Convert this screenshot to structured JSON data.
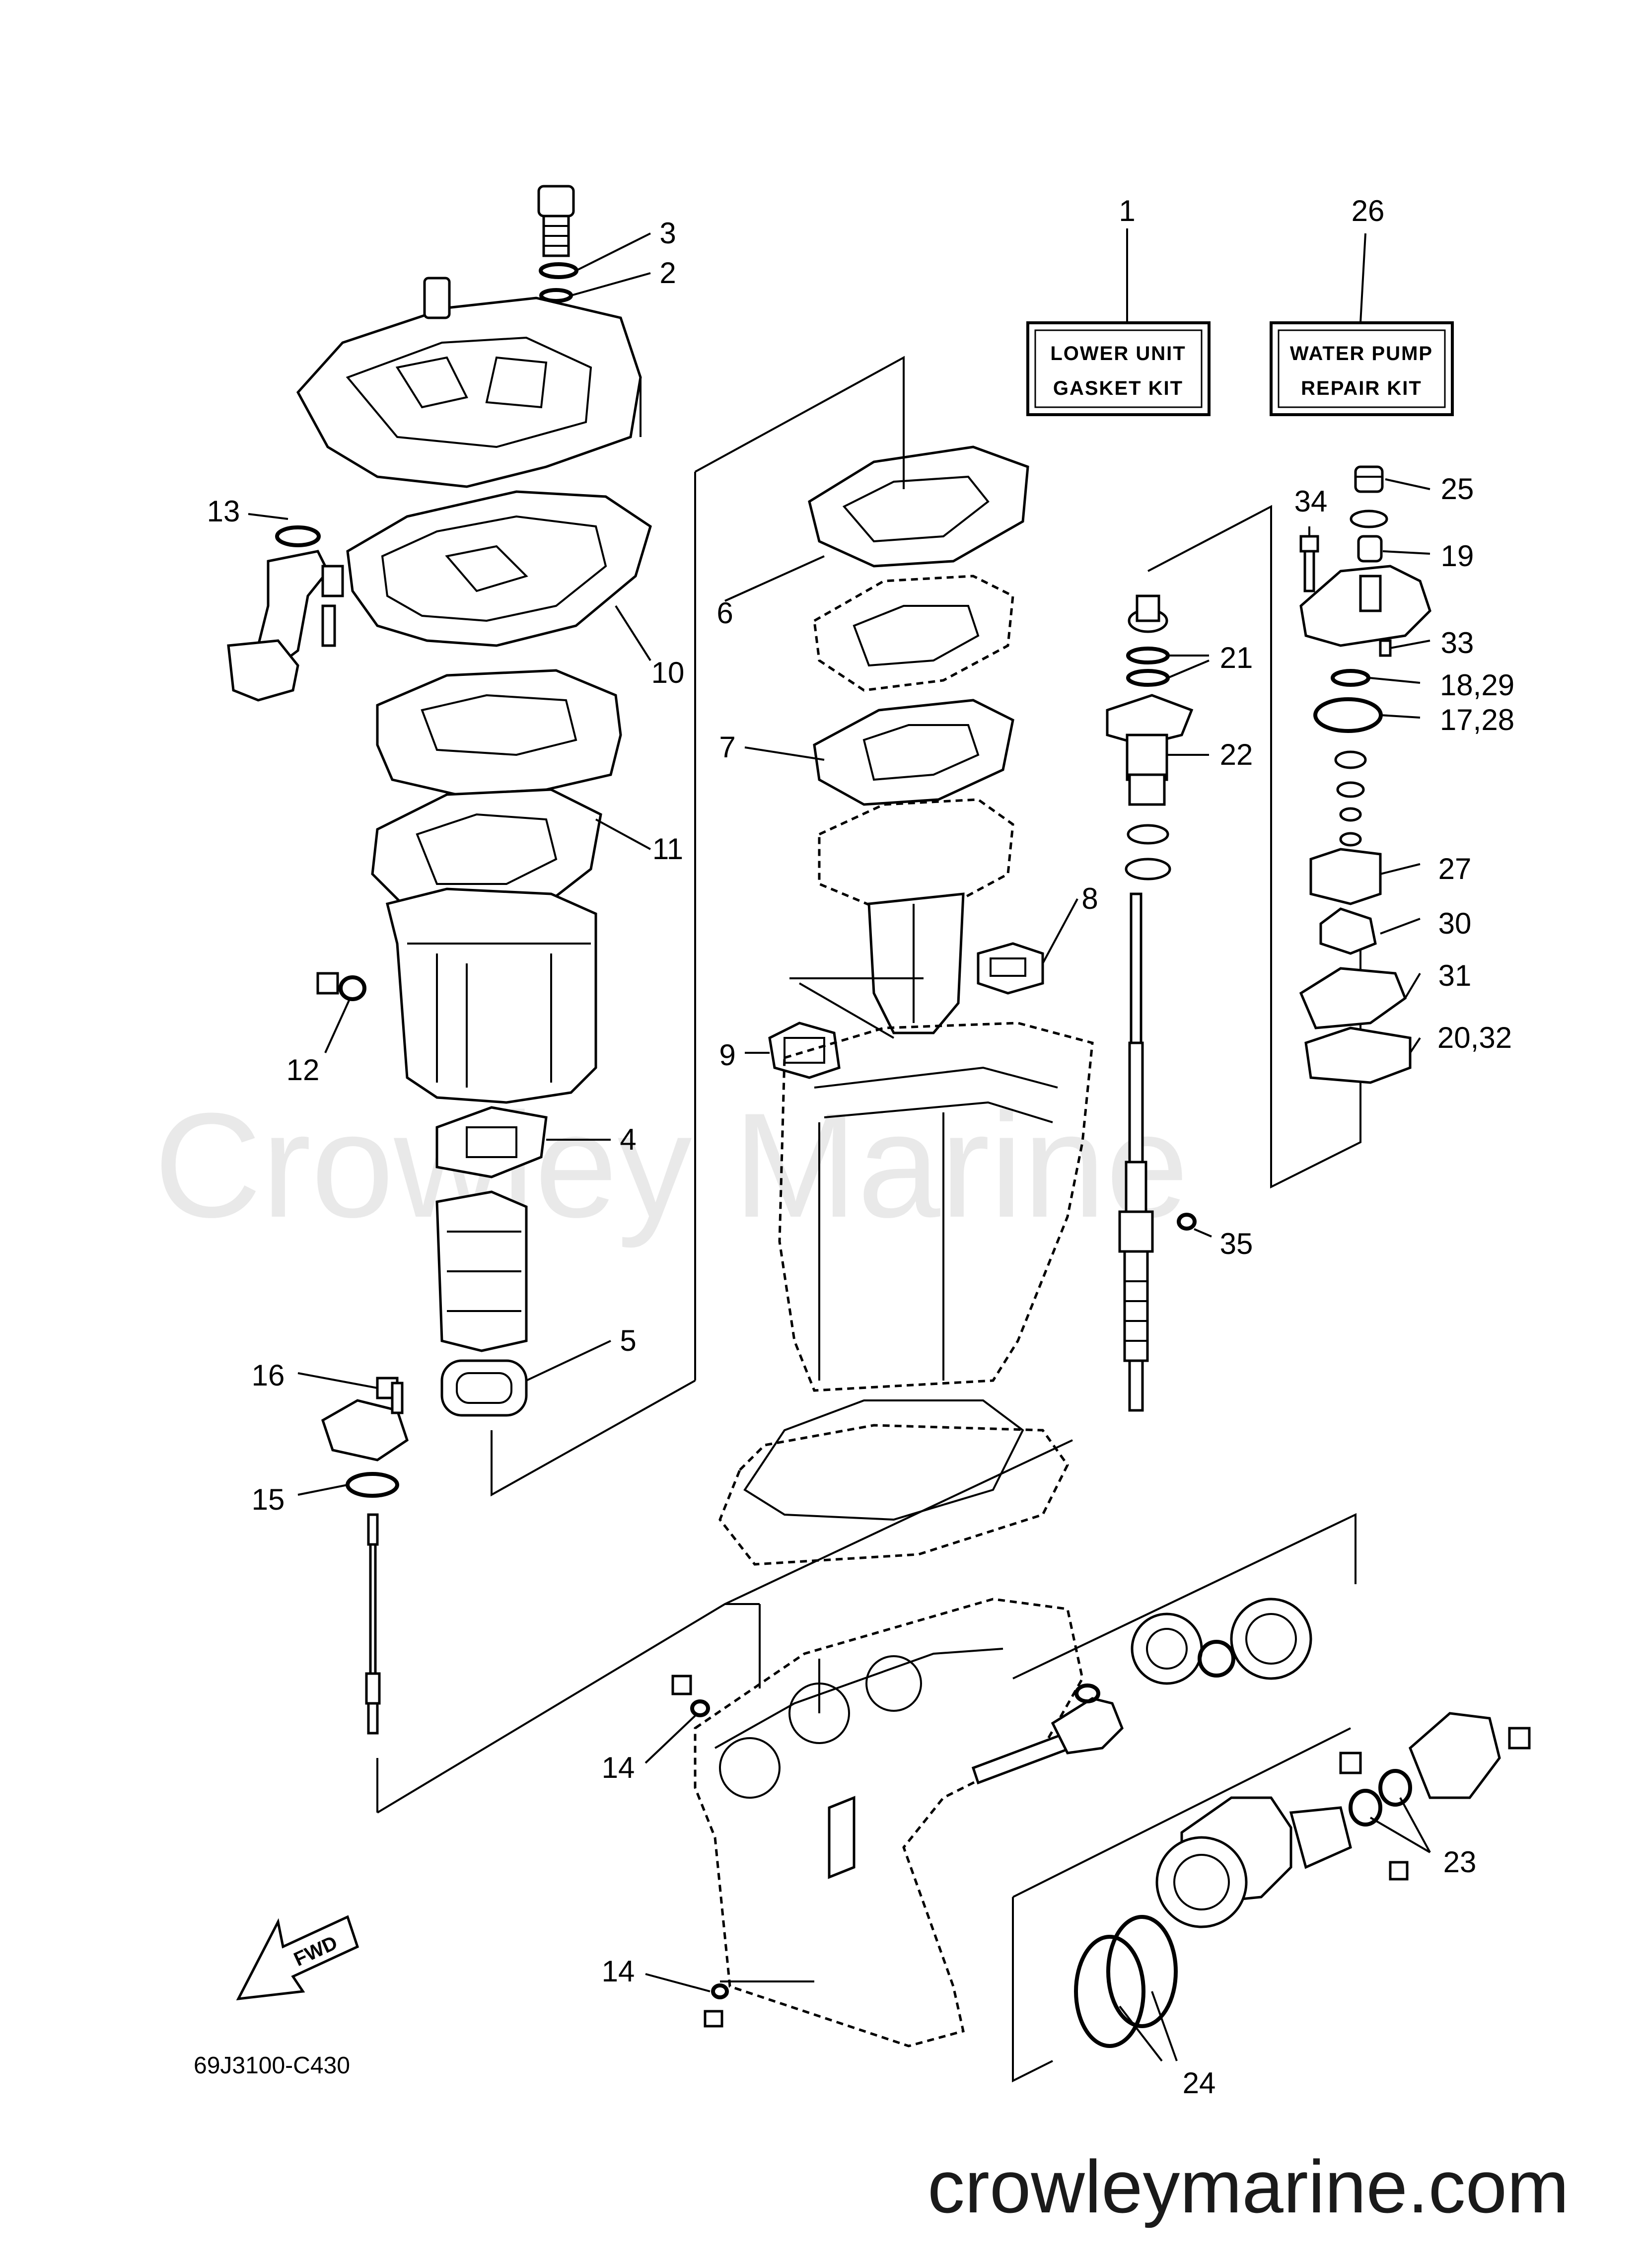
{
  "kits": {
    "lower_unit": {
      "number": "1",
      "line1": "LOWER UNIT",
      "line2": "GASKET KIT"
    },
    "water_pump": {
      "number": "26",
      "line1": "WATER PUMP",
      "line2": "REPAIR KIT"
    }
  },
  "callouts": {
    "c2": "2",
    "c3": "3",
    "c4": "4",
    "c5": "5",
    "c6": "6",
    "c7": "7",
    "c8": "8",
    "c9": "9",
    "c10": "10",
    "c11": "11",
    "c12": "12",
    "c13": "13",
    "c14a": "14",
    "c14b": "14",
    "c15": "15",
    "c16": "16",
    "c17": "17,28",
    "c18": "18,29",
    "c19": "19",
    "c20": "20,32",
    "c21": "21",
    "c22": "22",
    "c23": "23",
    "c24": "24",
    "c25": "25",
    "c27": "27",
    "c30": "30",
    "c31": "31",
    "c33": "33",
    "c34": "34",
    "c35": "35"
  },
  "fwd_label": "FWD",
  "diagram_code": "69J3100-C430",
  "watermark": "Crowley Marine",
  "site_url": "crowleymarine.com"
}
